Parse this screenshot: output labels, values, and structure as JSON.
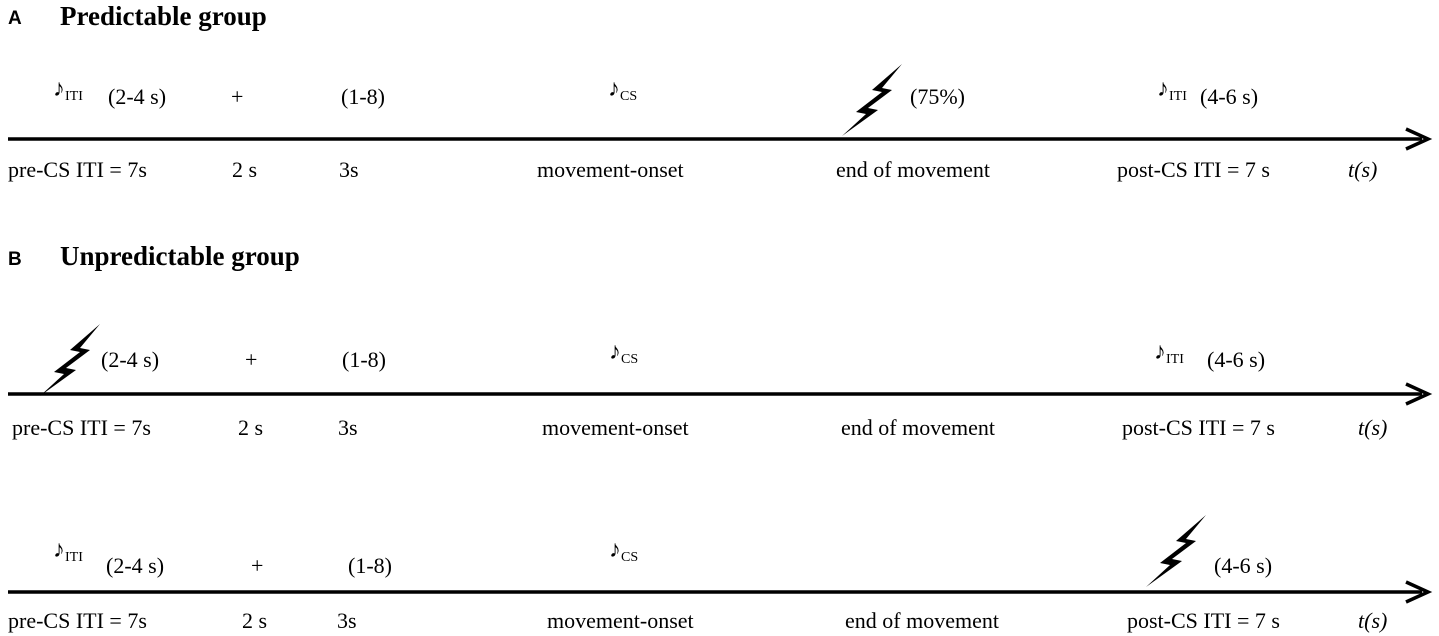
{
  "panel_a": {
    "letter": "A",
    "title": "Predictable group",
    "above": {
      "iti_sub": "ITI",
      "range1": "(2-4 s)",
      "plus": "+",
      "count": "(1-8)",
      "cs_sub": "CS",
      "shock_pct": "(75%)",
      "iti2_sub": "ITI",
      "range2": "(4-6 s)"
    },
    "below": {
      "pre": "pre-CS ITI = 7s",
      "two": "2 s",
      "three": "3s",
      "onset": "movement-onset",
      "end": "end of movement",
      "post": "post-CS ITI = 7 s",
      "axis": "t(s)"
    }
  },
  "panel_b": {
    "letter": "B",
    "title": "Unpredictable group",
    "row1": {
      "above": {
        "range1": "(2-4 s)",
        "plus": "+",
        "count": "(1-8)",
        "cs_sub": "CS",
        "iti2_sub": "ITI",
        "range2": "(4-6 s)"
      },
      "below": {
        "pre": "pre-CS ITI = 7s",
        "two": "2 s",
        "three": "3s",
        "onset": "movement-onset",
        "end": "end of movement",
        "post": "post-CS ITI = 7 s",
        "axis": "t(s)"
      }
    },
    "row2": {
      "above": {
        "iti_sub": "ITI",
        "range1": "(2-4 s)",
        "plus": "+",
        "count": "(1-8)",
        "cs_sub": "CS",
        "range2": "(4-6 s)"
      },
      "below": {
        "pre": "pre-CS ITI = 7s",
        "two": "2 s",
        "three": "3s",
        "onset": "movement-onset",
        "end": "end of movement",
        "post": "post-CS ITI = 7 s",
        "axis": "t(s)"
      }
    }
  },
  "icons": {
    "note": "musical-note-icon",
    "shock": "lightning-bolt-icon",
    "arrow": "arrowhead-icon"
  },
  "colors": {
    "ink": "#000000",
    "background": "#ffffff"
  }
}
